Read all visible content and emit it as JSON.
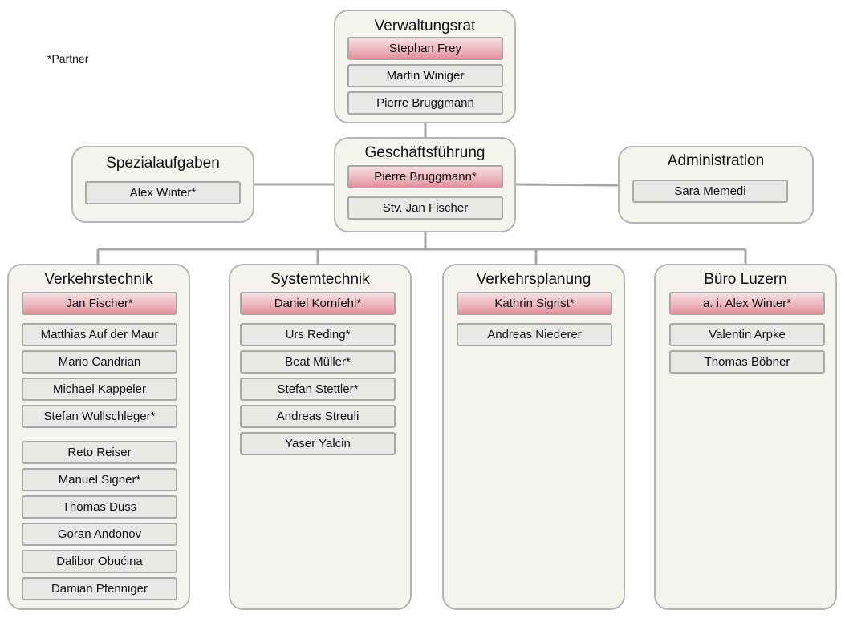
{
  "legend": "*Partner",
  "colors": {
    "box_fill": "#f4f3ee",
    "box_border": "#b5b5b5",
    "person_fill": "#e9e8e5",
    "lead_fill": "#eeb7bf",
    "connector": "#a6a6a6"
  },
  "verwaltungsrat": {
    "title": "Verwaltungsrat",
    "members": [
      "Stephan Frey",
      "Martin Winiger",
      "Pierre Bruggmann"
    ]
  },
  "geschaeftsfuehrung": {
    "title": "Geschäftsführung",
    "members": [
      "Pierre Bruggmann*",
      "Stv. Jan Fischer"
    ]
  },
  "spezialaufgaben": {
    "title": "Spezialaufgaben",
    "members": [
      "Alex Winter*"
    ]
  },
  "administration": {
    "title": "Administration",
    "members": [
      "Sara Memedi"
    ]
  },
  "verkehrstechnik": {
    "title": "Verkehrstechnik",
    "members": [
      "Jan Fischer*",
      "Matthias Auf der Maur",
      "Mario Candrian",
      "Michael Kappeler",
      "Stefan Wullschleger*",
      "Reto Reiser",
      "Manuel Signer*",
      "Thomas Duss",
      "Goran Andonov",
      "Dalibor Obućina",
      "Damian Pfenniger"
    ]
  },
  "systemtechnik": {
    "title": "Systemtechnik",
    "members": [
      "Daniel Kornfehl*",
      "Urs Reding*",
      "Beat Müller*",
      "Stefan Stettler*",
      "Andreas Streuli",
      "Yaser Yalcin"
    ]
  },
  "verkehrsplanung": {
    "title": "Verkehrsplanung",
    "members": [
      "Kathrin Sigrist*",
      "Andreas Niederer"
    ]
  },
  "buero_luzern": {
    "title": "Büro Luzern",
    "members": [
      "a. i. Alex Winter*",
      "Valentin Arpke",
      "Thomas Böbner"
    ]
  }
}
